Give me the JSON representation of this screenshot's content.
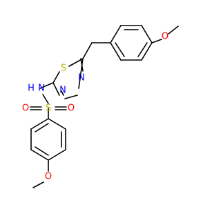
{
  "molecule": {
    "atoms": {
      "o_top": "O",
      "s_ring": "S",
      "n_ring_1": "N",
      "n_ring_2": "N",
      "n_h": "H",
      "n_amide": "N",
      "s_sulfonyl": "S",
      "o_sulfonyl_left": "O",
      "o_sulfonyl_right": "O",
      "o_bottom": "O"
    },
    "colors": {
      "carbon_bond": "#000000",
      "oxygen": "#ff0000",
      "nitrogen": "#0000ff",
      "sulfur": "#b8b800"
    }
  }
}
